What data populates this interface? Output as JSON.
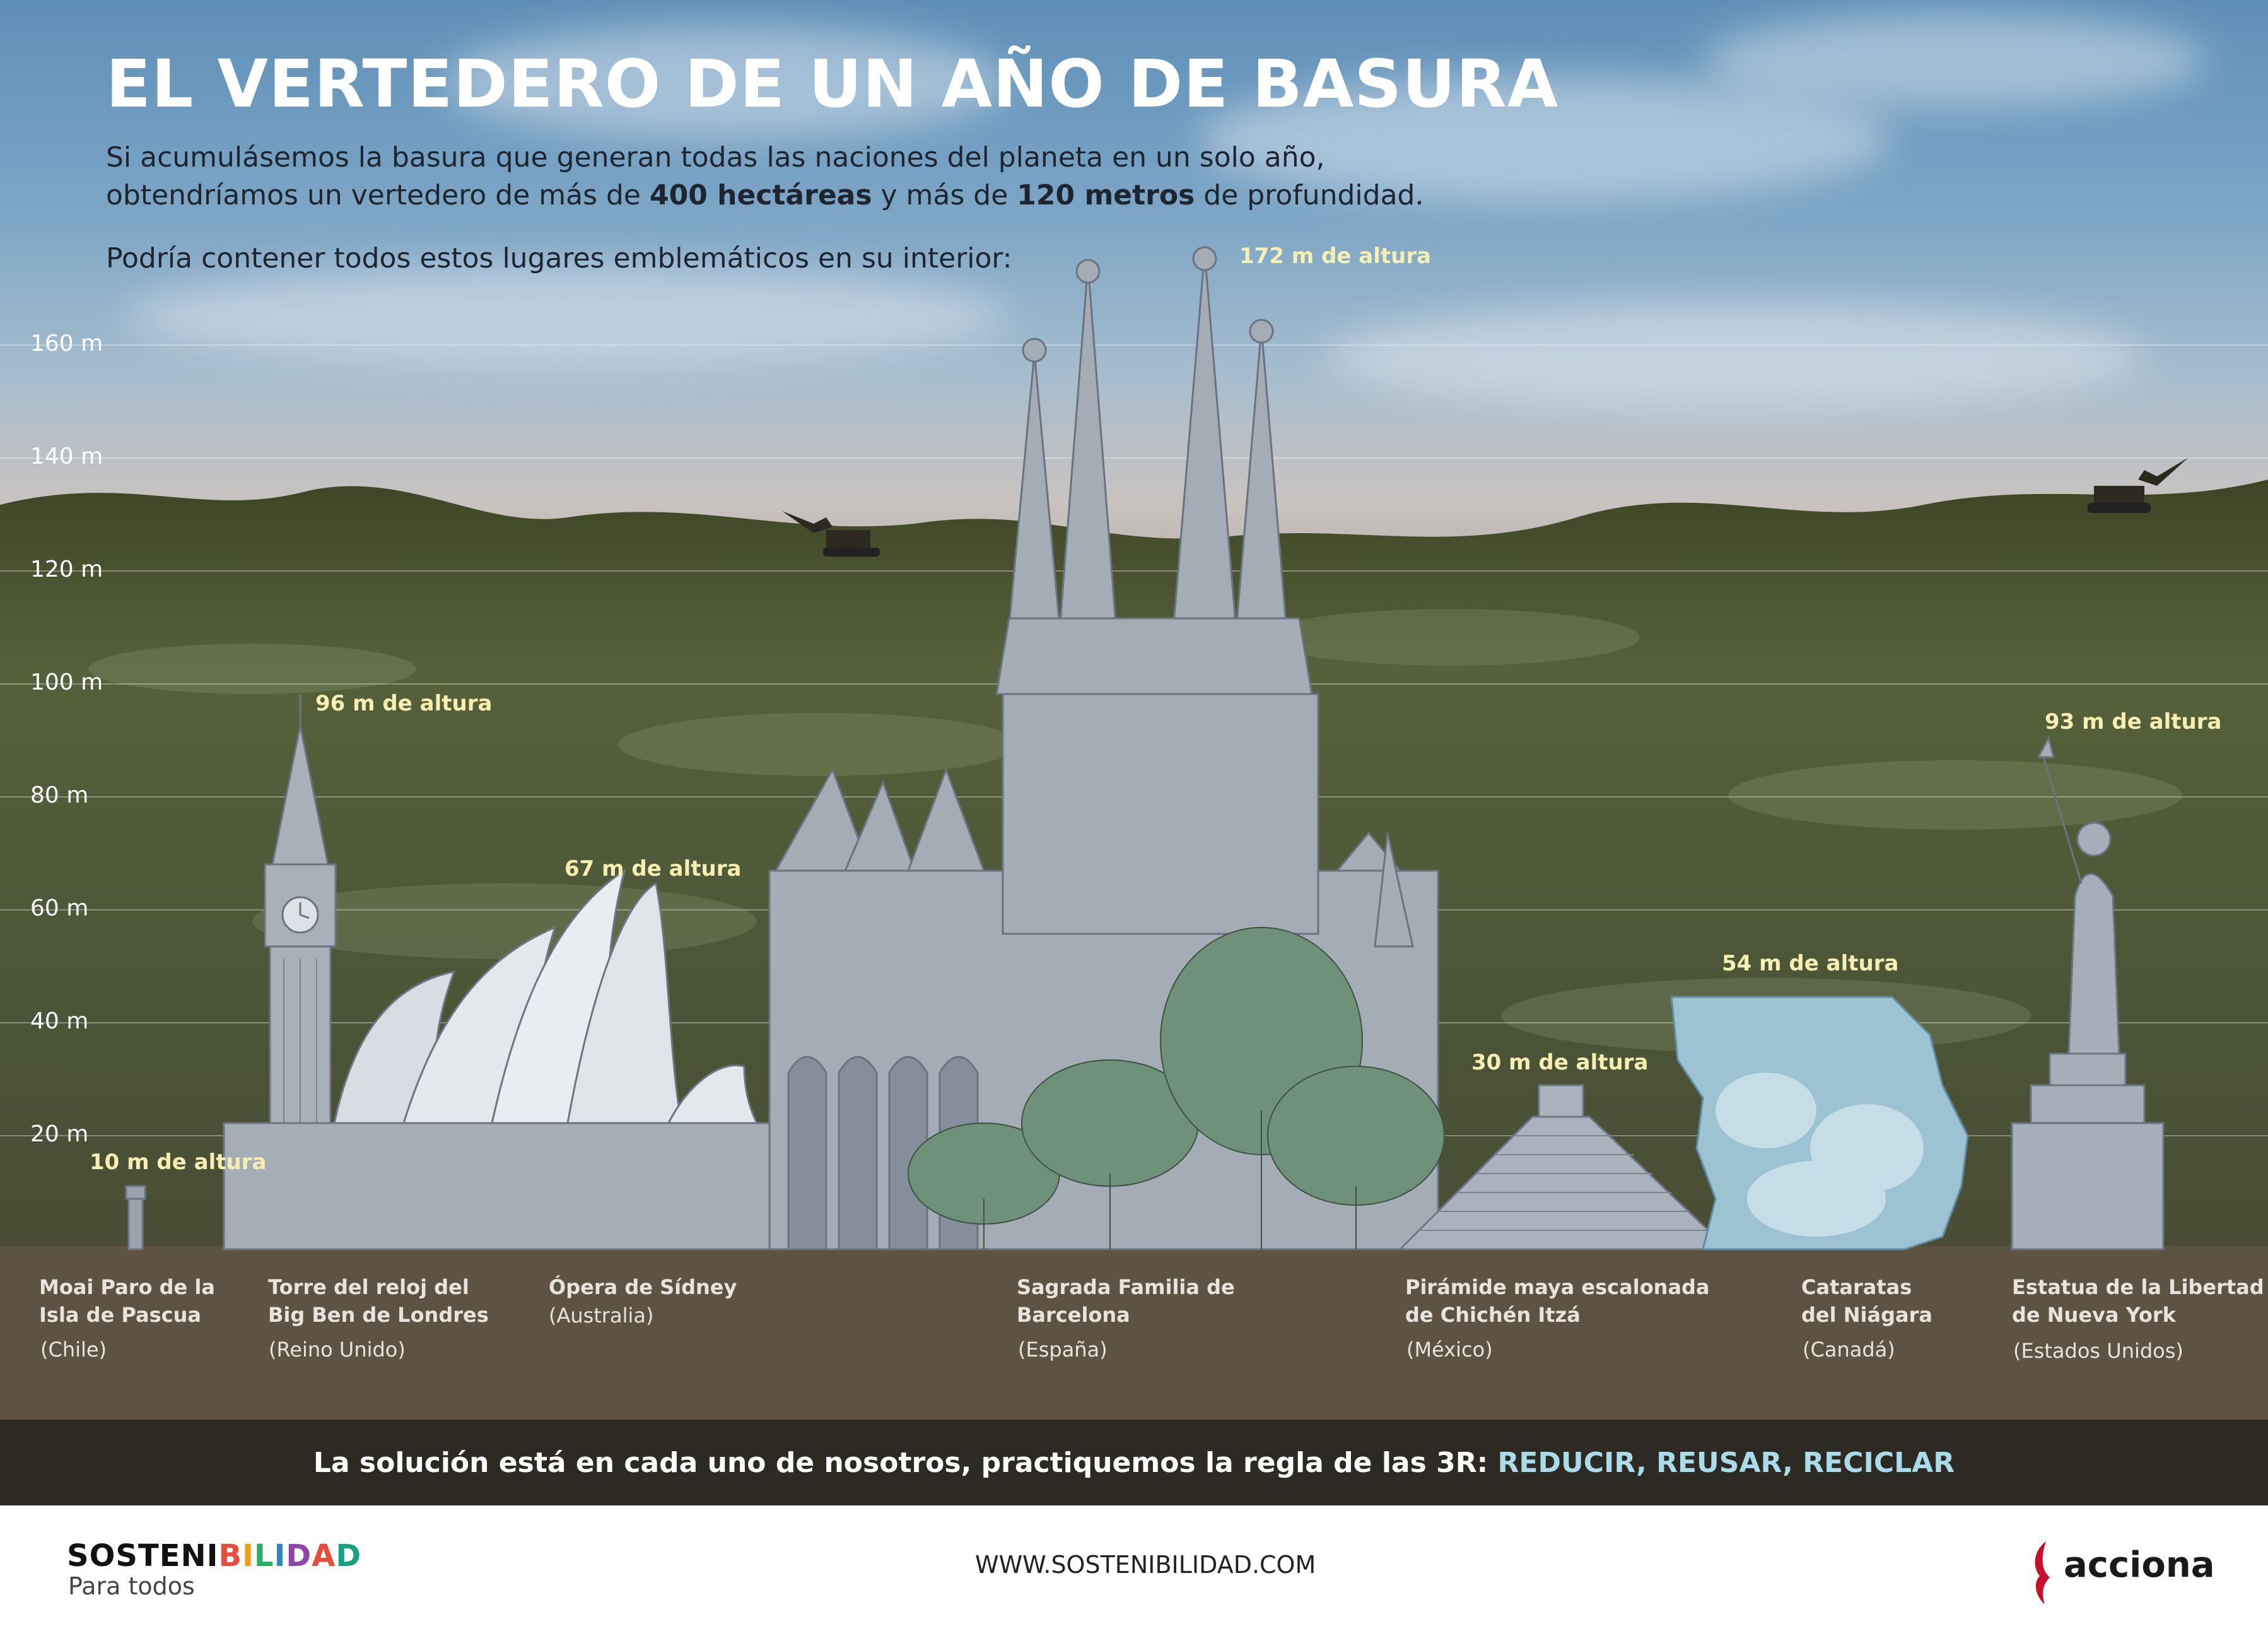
{
  "title": "EL VERTEDERO DE UN AÑO DE BASURA",
  "intro": {
    "line1": "Si acumulásemos la basura que generan todas las naciones del planeta en un solo año,",
    "line2_pre": "obtendríamos un vertedero de más de ",
    "line2_b1": "400 hectáreas",
    "line2_mid": " y más de ",
    "line2_b2": "120 metros",
    "line2_post": " de profundidad.",
    "line3": "Podría contener todos estos lugares emblemáticos en su interior:"
  },
  "scale": {
    "labels": [
      "160 m",
      "140 m",
      "120 m",
      "100 m",
      "80 m",
      "60 m",
      "40 m",
      "20 m"
    ],
    "values": [
      160,
      140,
      120,
      100,
      80,
      60,
      40,
      20
    ],
    "unit": "m"
  },
  "landmarks": [
    {
      "name_line1": "Moai Paro de la",
      "name_line2": "Isla de Pascua",
      "country": "(Chile)",
      "height_m": 10,
      "height_label": "10 m de altura"
    },
    {
      "name_line1": "Torre del reloj del",
      "name_line2": "Big Ben de Londres",
      "country": "(Reino Unido)",
      "height_m": 96,
      "height_label": "96 m de altura"
    },
    {
      "name_line1": "Ópera de Sídney",
      "name_line2": "",
      "country": "(Australia)",
      "height_m": 67,
      "height_label": "67 m de altura"
    },
    {
      "name_line1": "Sagrada Familia de",
      "name_line2": "Barcelona",
      "country": "(España)",
      "height_m": 172,
      "height_label": "172 m de altura"
    },
    {
      "name_line1": "Pirámide maya escalonada",
      "name_line2": "de Chichén Itzá",
      "country": "(México)",
      "height_m": 30,
      "height_label": "30 m de altura"
    },
    {
      "name_line1": "Cataratas",
      "name_line2": "del Niágara",
      "country": "(Canadá)",
      "height_m": 54,
      "height_label": "54 m de altura"
    },
    {
      "name_line1": "Estatua de la Libertad",
      "name_line2": "de Nueva York",
      "country": "(Estados Unidos)",
      "height_m": 93,
      "height_label": "93 m de altura"
    }
  ],
  "banner": {
    "text": "La solución está en cada uno de nosotros, practiquemos la regla de las 3R: ",
    "highlight": "REDUCIR, REUSAR, RECICLAR"
  },
  "footer": {
    "brand": "SOSTENIBILIDAD",
    "brand_sub": "Para todos",
    "url": "WWW.SOSTENIBILIDAD.COM",
    "company": "acciona"
  },
  "colors": {
    "highlight": "#a9dbe8",
    "height_label": "#f5efb4",
    "banner_bg": "#2c2a22",
    "ground": "#5e5243",
    "landfill": "#4f5a2f",
    "acciona_red": "#c8102e"
  },
  "icons": [
    "excavator-icon",
    "acciona-logo-icon"
  ]
}
